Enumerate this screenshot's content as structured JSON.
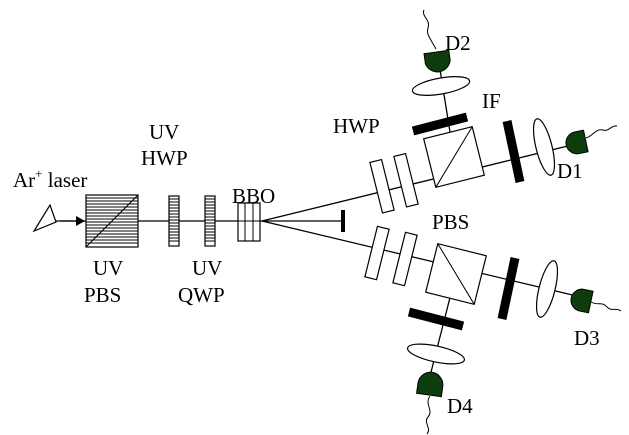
{
  "labels": {
    "laser_main": "Ar",
    "laser_sup": "+",
    "laser_rest": " laser",
    "uv_pbs_1": "UV",
    "uv_pbs_2": "PBS",
    "uv_hwp_1": "UV",
    "uv_hwp_2": "HWP",
    "uv_qwp_1": "UV",
    "uv_qwp_2": "QWP",
    "bbo": "BBO",
    "hwp": "HWP",
    "if": "IF",
    "pbs": "PBS",
    "d1": "D1",
    "d2": "D2",
    "d3": "D3",
    "d4": "D4"
  },
  "colors": {
    "detector_fill": "#0d3d0d",
    "line": "#000000"
  }
}
